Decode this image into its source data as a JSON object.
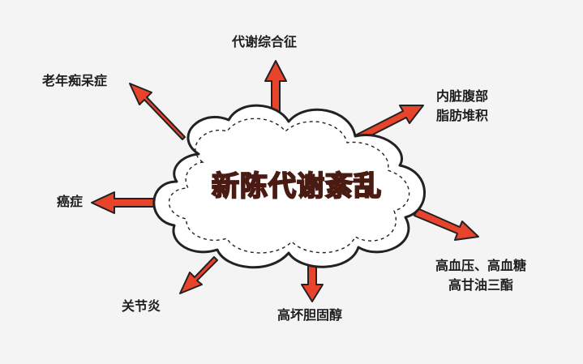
{
  "center_title": "新陈代谢紊乱",
  "outcomes": {
    "metabolic_syndrome": "代谢综合征",
    "dementia": "老年痴呆症",
    "visceral_fat_line1": "内脏腹部",
    "visceral_fat_line2": "脂肪堆积",
    "cancer": "癌症",
    "hypertension_line1": "高血压、高血糖",
    "hypertension_line2": "高甘油三酯",
    "arthritis": "关节炎",
    "cholesterol": "高坏胆固醇"
  },
  "colors": {
    "arrow_fill": "#e8432b",
    "arrow_outline": "#222222",
    "cloud_fill": "#ffffff",
    "center_text": "#e8432b"
  }
}
